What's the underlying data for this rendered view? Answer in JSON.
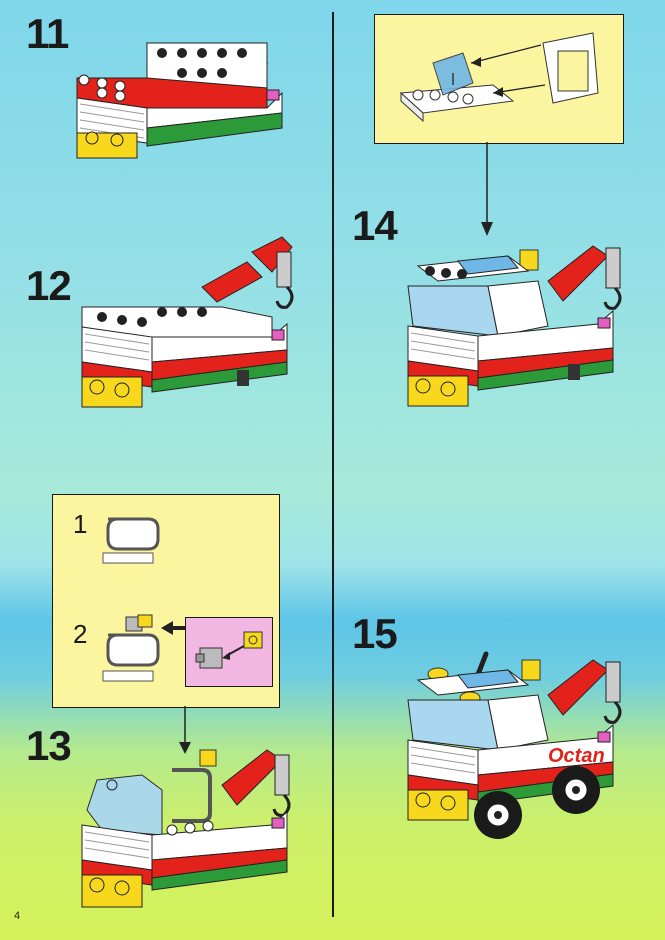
{
  "steps": {
    "s11": "11",
    "s12": "12",
    "s13": "13",
    "s14": "14",
    "s15": "15"
  },
  "callout13": {
    "sub1": "1",
    "sub2": "2"
  },
  "page_number": "4",
  "decal_text": "Octan",
  "colors": {
    "red": "#e3231b",
    "white": "#ffffff",
    "green": "#2d9a3a",
    "yellow": "#f7d81c",
    "black": "#1a1a1a",
    "glass": "#a9d7f0"
  }
}
